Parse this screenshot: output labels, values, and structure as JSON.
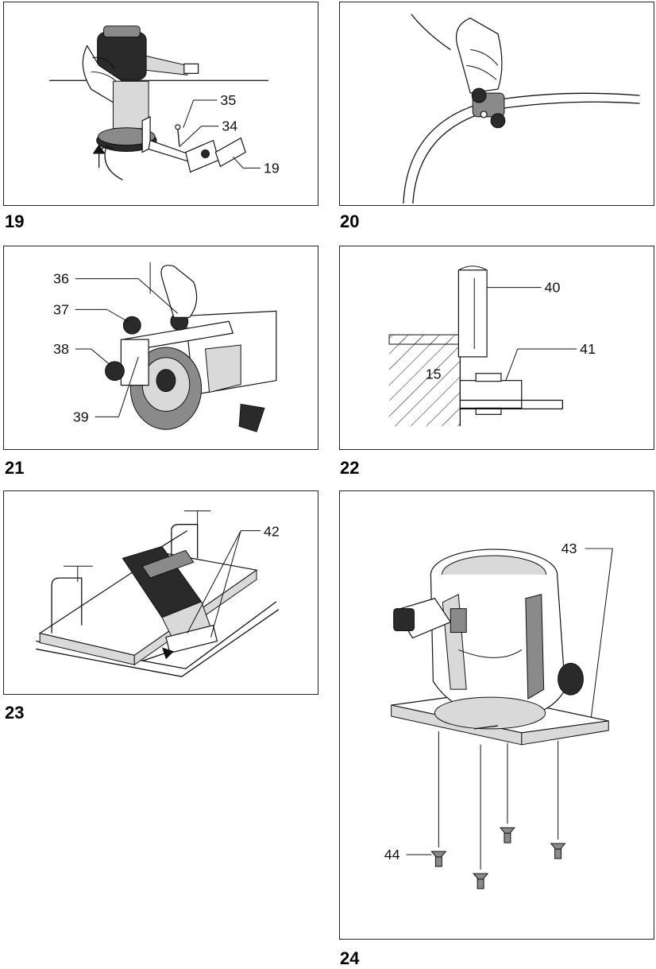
{
  "figures": [
    {
      "number": "19",
      "callouts": [
        "35",
        "34",
        "19"
      ]
    },
    {
      "number": "20",
      "callouts": []
    },
    {
      "number": "21",
      "callouts": [
        "36",
        "37",
        "38",
        "39"
      ]
    },
    {
      "number": "22",
      "callouts": [
        "40",
        "41",
        "15"
      ]
    },
    {
      "number": "23",
      "callouts": [
        "42"
      ]
    },
    {
      "number": "24",
      "callouts": [
        "43",
        "44"
      ]
    }
  ],
  "icons": [
    "router-tool-illustration",
    "circular-guide-illustration",
    "trimmer-guide-illustration",
    "guide-cross-section-illustration",
    "clamped-workpiece-illustration",
    "plunge-base-illustration"
  ]
}
